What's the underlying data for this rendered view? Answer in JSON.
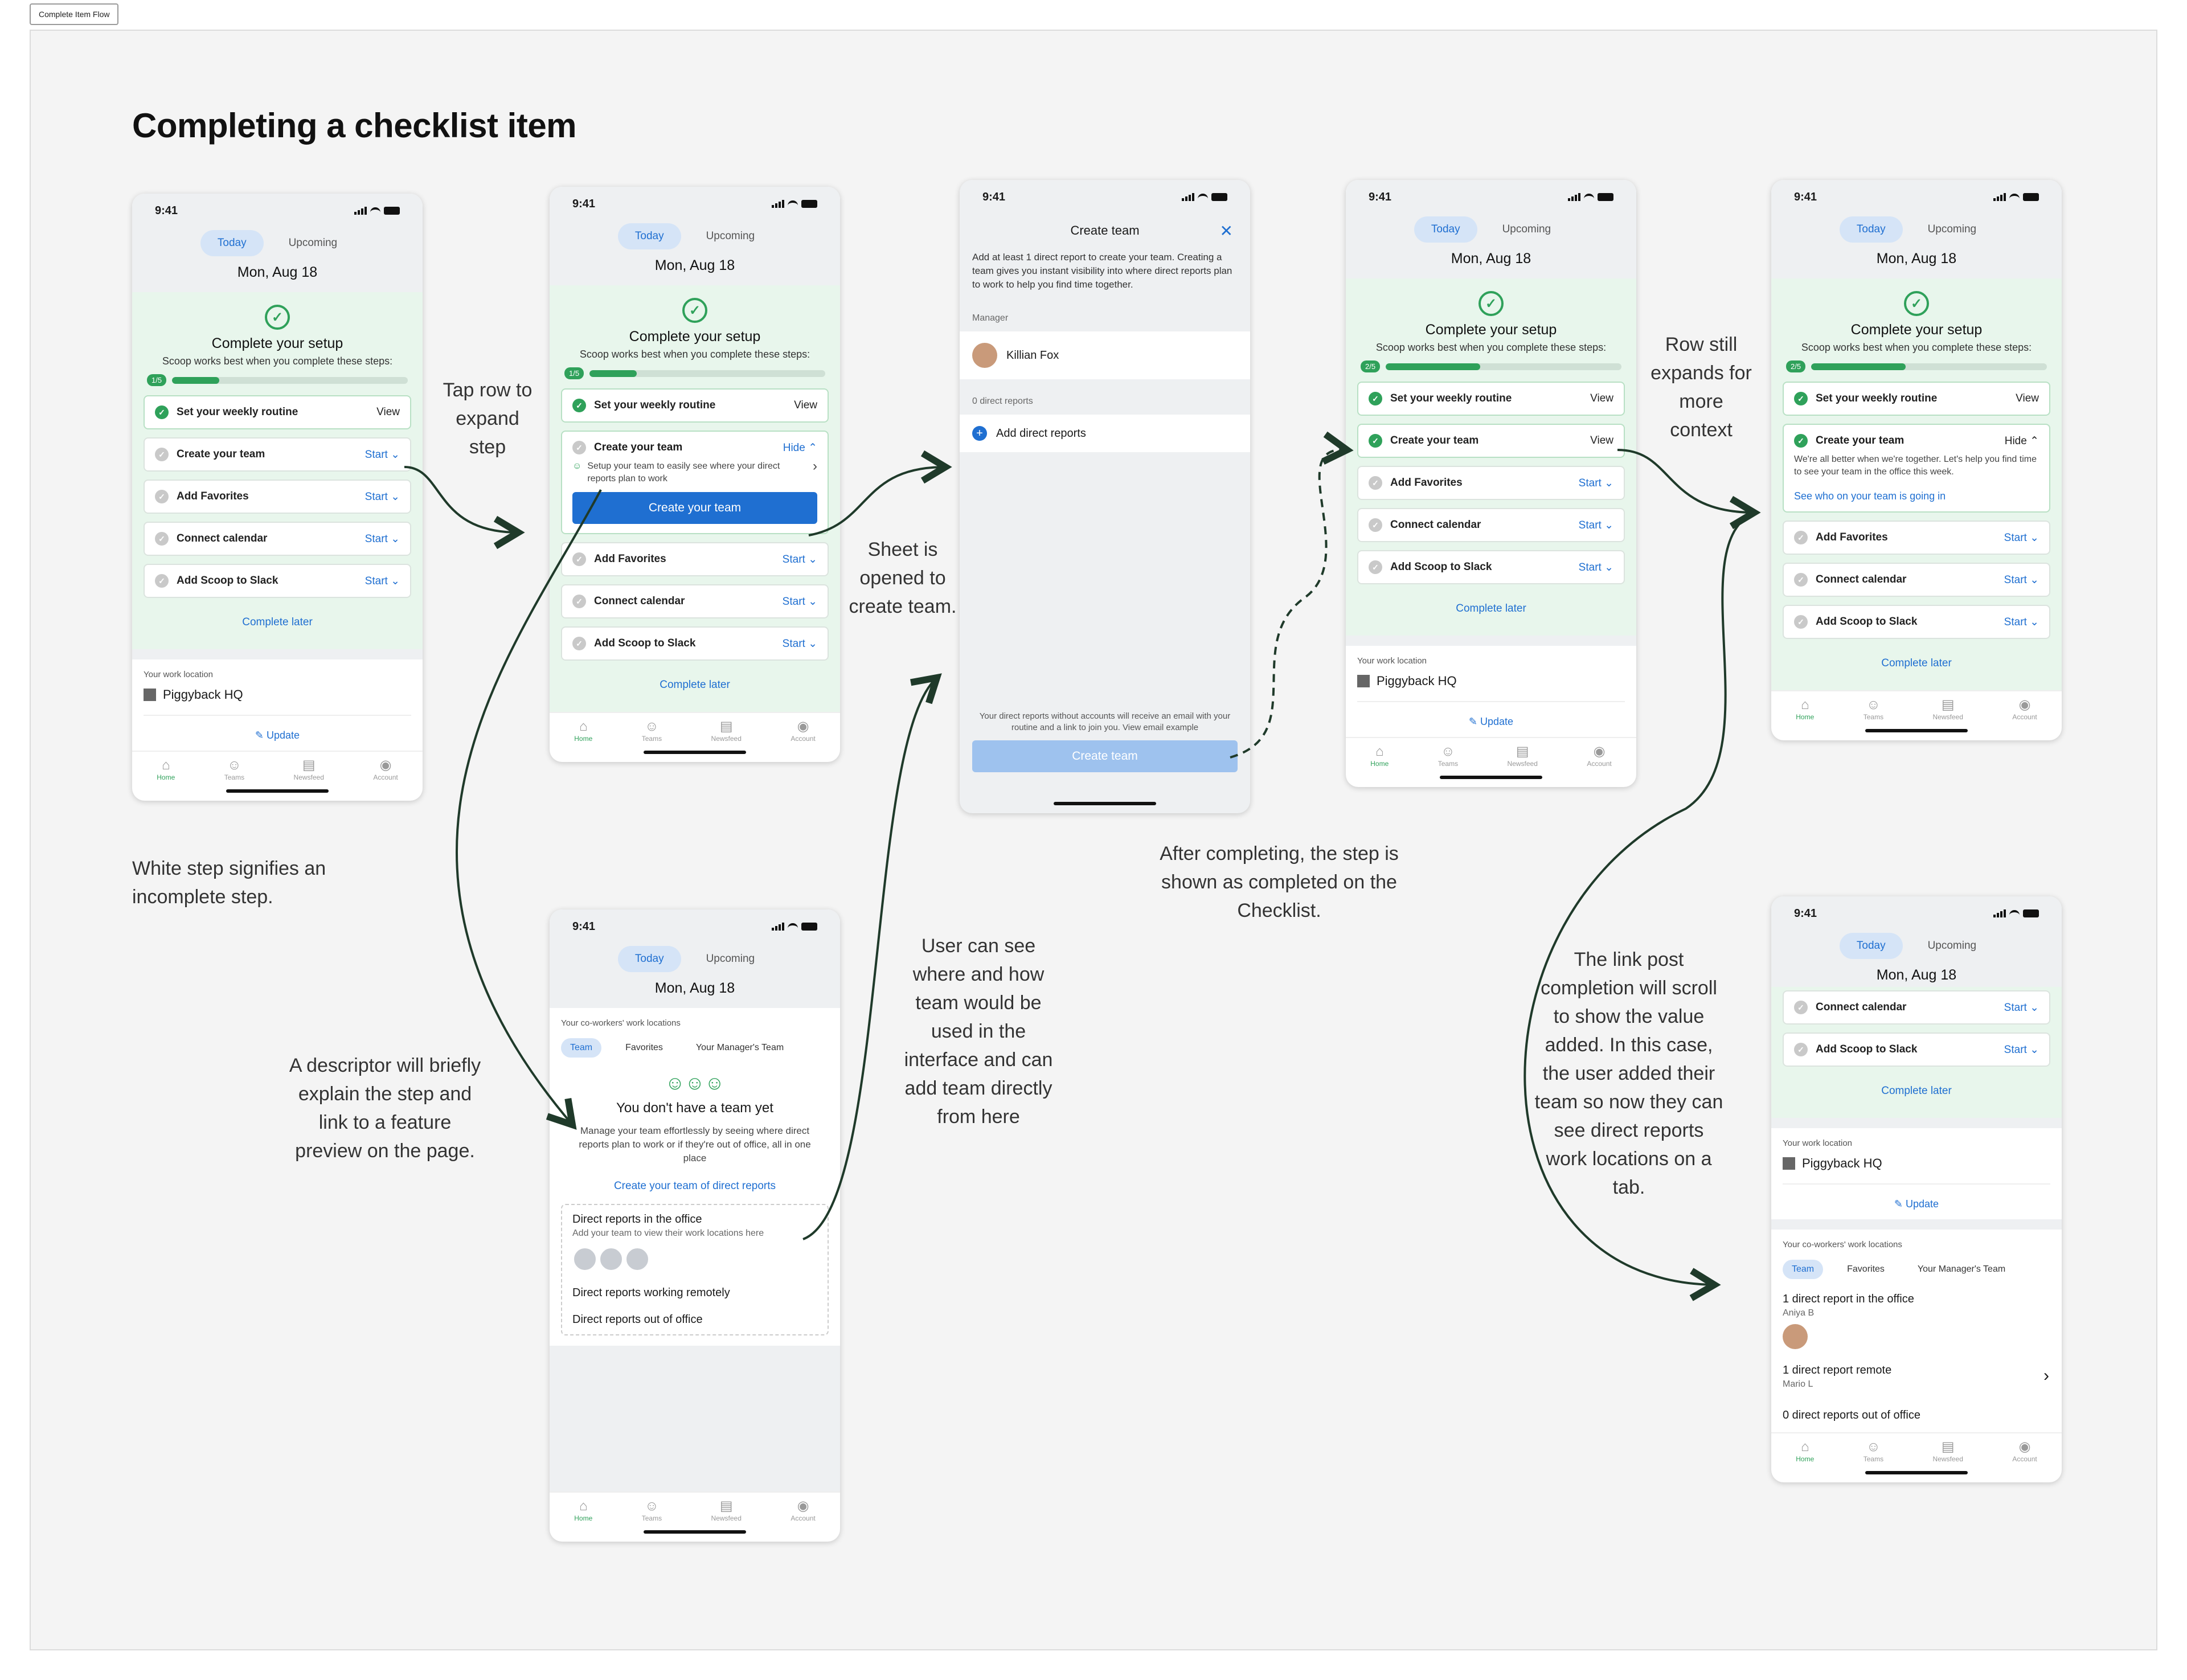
{
  "frame_label": "Complete Item Flow",
  "title": "Completing a checklist item",
  "notes": {
    "white_step": "White step signifies an incomplete step.",
    "tap_row": "Tap row to expand step",
    "descriptor": "A descriptor will briefly explain the step and link to a feature preview on the page.",
    "sheet": "Sheet is opened to create team.",
    "user_can_see": "User can see where and how team would be used in the interface and can add team directly from here",
    "after_completing": "After completing, the step is shown as completed on the Checklist.",
    "row_still": "Row still expands for more context",
    "link_post": "The link post completion will scroll to show the value added. In this case, the user added their team so now they can see direct reports work locations on a tab."
  },
  "common": {
    "time": "9:41",
    "tab_today": "Today",
    "tab_upcoming": "Upcoming",
    "date": "Mon, Aug 18",
    "setup_title": "Complete your setup",
    "setup_sub": "Scoop works best when you complete these steps:",
    "complete_later": "Complete later",
    "work_location_label": "Your work location",
    "work_location": "Piggyback HQ",
    "update": "Update",
    "nav": [
      "Home",
      "Teams",
      "Newsfeed",
      "Account"
    ],
    "step_routine": "Set your weekly routine",
    "step_team": "Create your team",
    "step_favorites": "Add Favorites",
    "step_calendar": "Connect calendar",
    "step_slack": "Add Scoop to Slack",
    "view": "View",
    "start": "Start",
    "hide": "Hide",
    "progress_1": "1/5",
    "progress_2": "2/5",
    "progress_fill_1": 0.2,
    "progress_fill_2": 0.4
  },
  "screen2": {
    "expand_desc": "Setup your team to easily see where your direct reports plan to work",
    "create_btn": "Create your team"
  },
  "sheet": {
    "title": "Create team",
    "desc": "Add at least 1 direct report to create your team. Creating a team gives you instant visibility into where direct reports plan to work to help you find time together.",
    "manager_label": "Manager",
    "manager": "Killian Fox",
    "reports_label": "0 direct reports",
    "add_reports": "Add direct reports",
    "footer": "Your direct reports without accounts will receive an email with your routine and a link to join you. View email example",
    "create_btn": "Create team"
  },
  "team_page": {
    "section_label": "Your co-workers' work locations",
    "chip_team": "Team",
    "chip_favorites": "Favorites",
    "chip_manager": "Your Manager's Team",
    "empty_title": "You don't have a team yet",
    "empty_desc": "Manage your team effortlessly by seeing where direct reports plan to work or if they're out of office, all in one place",
    "empty_link": "Create your team of direct reports",
    "in_office": "Direct reports in the office",
    "in_office_sub": "Add your team to view their work locations here",
    "remote": "Direct reports working remotely",
    "out_office": "Direct reports out of office"
  },
  "screen5": {
    "expand_desc": "We're all better when we're together. Let's help you find time to see your team in the office this week.",
    "expand_link": "See who on your team is going in"
  },
  "screen6": {
    "in_office": "1 direct report in the office",
    "in_office_name": "Aniya B",
    "remote": "1 direct report remote",
    "remote_name": "Mario L",
    "out_office": "0 direct reports out of office"
  }
}
